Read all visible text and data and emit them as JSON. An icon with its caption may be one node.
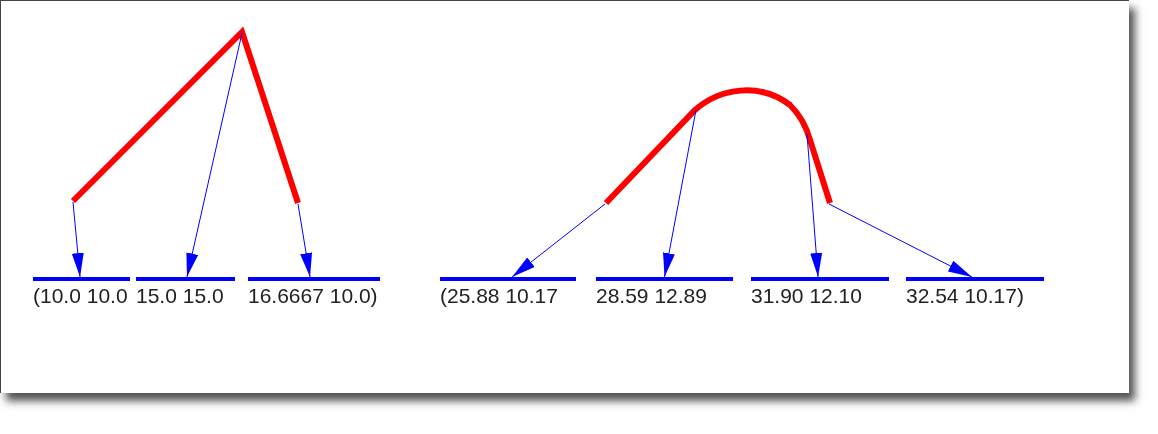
{
  "diagram": {
    "nodes": [
      {
        "text": [],
        "shape": "line"
      },
      {
        "text": [],
        "shape": "line"
      },
      {
        "text": [
          "(10.0 10.0"
        ]
      },
      {
        "text": [
          "15.0 15.0"
        ]
      },
      {
        "text": [
          "16.6667 10.0)"
        ]
      },
      {
        "text": [
          "(25.88 10.17"
        ]
      },
      {
        "text": [
          "28.59 12.89"
        ]
      },
      {
        "text": [
          "31.90 12.10"
        ]
      },
      {
        "text": [
          "32.54 10.17)"
        ]
      }
    ],
    "edges": [
      {
        "from": 0,
        "to": 2,
        "arrow": "to"
      },
      {
        "from": 0,
        "to": 3,
        "arrow": "to"
      },
      {
        "from": 0,
        "to": 4,
        "arrow": "to"
      },
      {
        "from": 1,
        "to": 5,
        "arrow": "to"
      },
      {
        "from": 1,
        "to": 6,
        "arrow": "to"
      },
      {
        "from": 1,
        "to": 7,
        "arrow": "to"
      },
      {
        "from": 1,
        "to": 8,
        "arrow": "to"
      }
    ]
  }
}
